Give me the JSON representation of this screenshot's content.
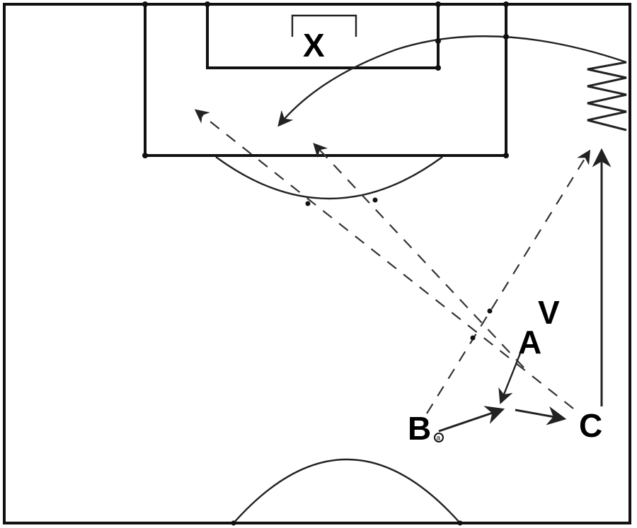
{
  "labels": {
    "goalkeeper": "X",
    "player_a": "A",
    "player_b": "B",
    "player_c": "C",
    "marker_v": "V",
    "ball": "a"
  },
  "colors": {
    "lines": "#111111",
    "background": "#ffffff"
  }
}
